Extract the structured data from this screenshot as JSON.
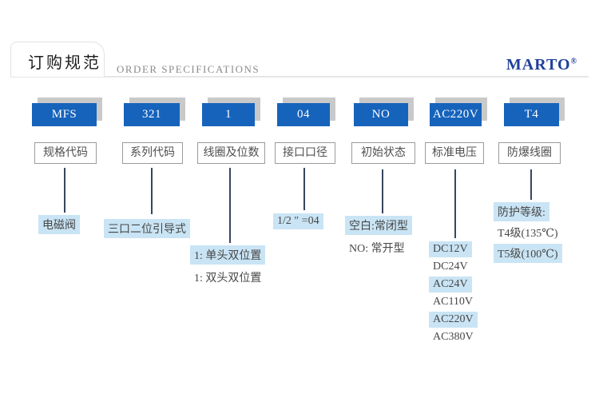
{
  "header": {
    "title_cn": "订购规范",
    "title_en": "ORDER SPECIFICATIONS",
    "brand": "MARTO",
    "brand_reg": "®"
  },
  "colors": {
    "code_box_blue": "#1663bb",
    "code_box_shadow_gray": "#c9c9c9",
    "highlight_light_blue": "#c9e4f4",
    "brand_navy": "#20419a",
    "connector_line": "#37455f"
  },
  "model_example": "MFS 321 1 04 NO AC220V T4",
  "columns": [
    {
      "code": "MFS",
      "label": "规格代码",
      "descriptions": [
        {
          "text": "电磁阀",
          "highlighted": true
        }
      ]
    },
    {
      "code": "321",
      "label": "系列代码",
      "descriptions": [
        {
          "text": "三口二位引导式",
          "highlighted": true
        }
      ]
    },
    {
      "code": "1",
      "label": "线圈及位数",
      "descriptions": [
        {
          "text": "1: 单头双位置",
          "highlighted": true
        },
        {
          "text": "1: 双头双位置",
          "highlighted": false
        }
      ]
    },
    {
      "code": "04",
      "label": "接口口径",
      "descriptions": [
        {
          "text": "1/2 ″ =04",
          "highlighted": true
        }
      ]
    },
    {
      "code": "NO",
      "label": "初始状态",
      "descriptions": [
        {
          "text": "空白:常闭型",
          "highlighted": true
        },
        {
          "text": "NO: 常开型",
          "highlighted": false
        }
      ]
    },
    {
      "code": "AC220V",
      "label": "标准电压",
      "descriptions": [
        {
          "text": "DC12V",
          "highlighted": true
        },
        {
          "text": "DC24V",
          "highlighted": false
        },
        {
          "text": "AC24V",
          "highlighted": true
        },
        {
          "text": "AC110V",
          "highlighted": false
        },
        {
          "text": "AC220V",
          "highlighted": true
        },
        {
          "text": "AC380V",
          "highlighted": false
        }
      ]
    },
    {
      "code": "T4",
      "label": "防爆线圈",
      "descriptions": [
        {
          "text": "防护等级:",
          "highlighted": true
        },
        {
          "text": "T4级(135℃)",
          "highlighted": false
        },
        {
          "text": "T5级(100℃)",
          "highlighted": true
        }
      ]
    }
  ]
}
